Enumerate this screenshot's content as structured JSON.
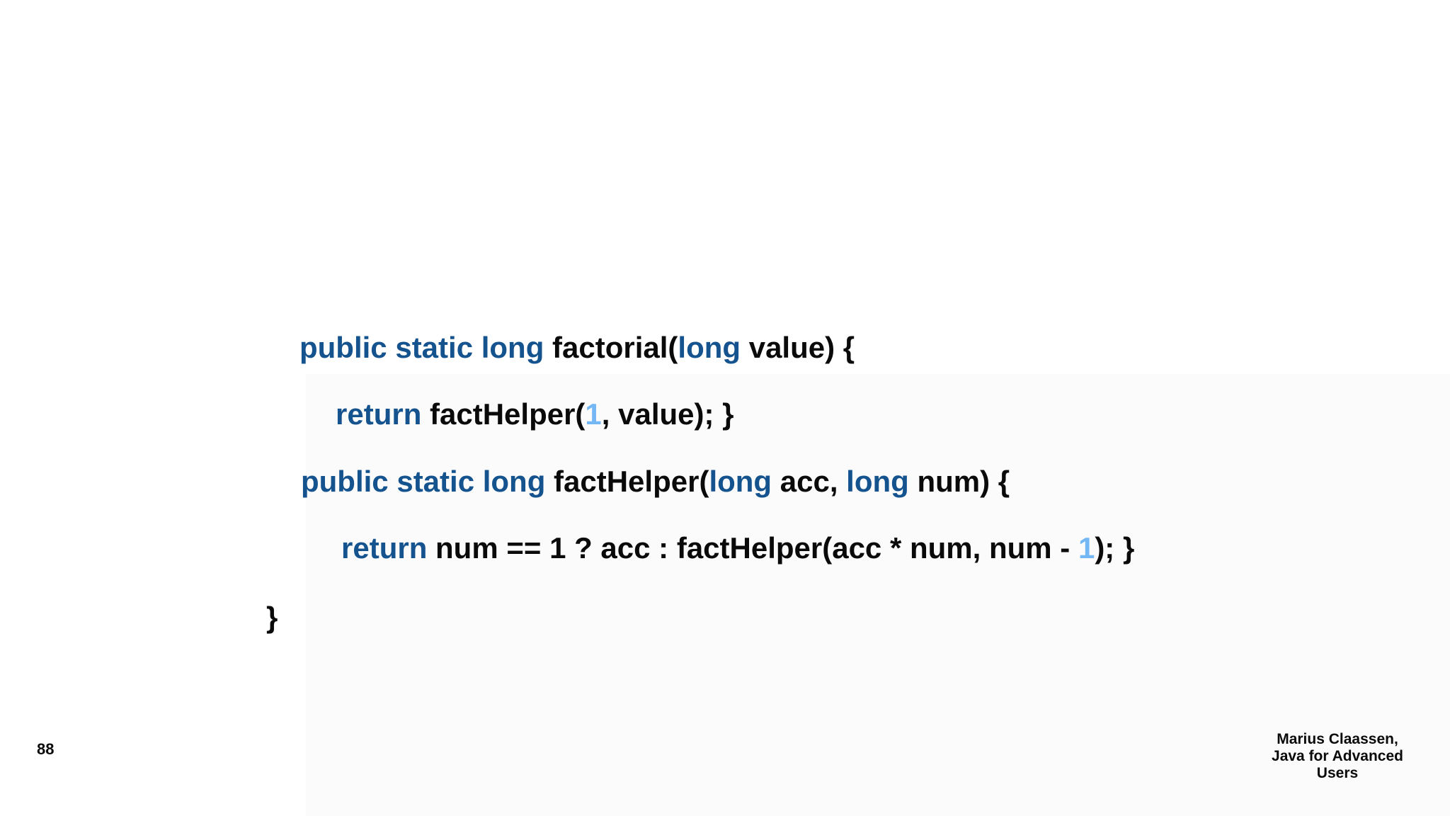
{
  "slide": {
    "page_number": "88",
    "attribution": {
      "line1": "Marius Claassen,",
      "line2": "Java for Advanced Users"
    },
    "colors": {
      "keyword": "#15538f",
      "literal": "#74b7f5",
      "plain": "#0a0a0a",
      "background": "#ffffff"
    },
    "code": {
      "language": "java",
      "lines": [
        {
          "tokens": [
            {
              "t": "public static long ",
              "type": "keyword"
            },
            {
              "t": "factorial(",
              "type": "plain"
            },
            {
              "t": "long",
              "type": "keyword"
            },
            {
              "t": " value) {",
              "type": "plain"
            }
          ]
        },
        {
          "tokens": [
            {
              "t": "return",
              "type": "keyword"
            },
            {
              "t": " factHelper(",
              "type": "plain"
            },
            {
              "t": "1",
              "type": "literal"
            },
            {
              "t": ", value); }",
              "type": "plain"
            }
          ]
        },
        {
          "tokens": [
            {
              "t": "public static long ",
              "type": "keyword"
            },
            {
              "t": "factHelper(",
              "type": "plain"
            },
            {
              "t": "long",
              "type": "keyword"
            },
            {
              "t": " acc, ",
              "type": "plain"
            },
            {
              "t": "long",
              "type": "keyword"
            },
            {
              "t": " num) {",
              "type": "plain"
            }
          ]
        },
        {
          "tokens": [
            {
              "t": "return",
              "type": "keyword"
            },
            {
              "t": " num == 1 ? acc : factHelper(acc * num, num - ",
              "type": "plain"
            },
            {
              "t": "1",
              "type": "literal"
            },
            {
              "t": "); }",
              "type": "plain"
            }
          ]
        },
        {
          "tokens": [
            {
              "t": "}",
              "type": "plain"
            }
          ]
        }
      ]
    }
  }
}
